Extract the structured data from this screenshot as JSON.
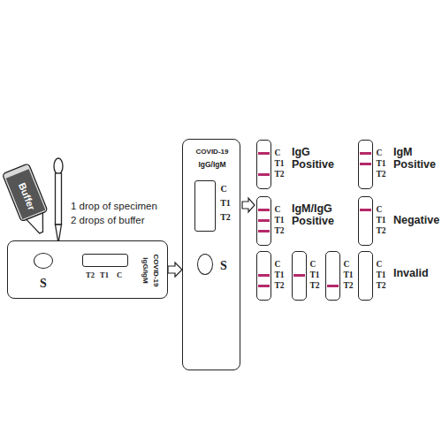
{
  "diagram": {
    "nodes": [
      {
        "text": [
          "Buffer"
        ]
      },
      {
        "text": [
          "S",
          "COVID-19",
          "IgG/IgM",
          "C",
          "T1",
          "T2"
        ]
      },
      {
        "text": [
          "COVID-19",
          "IgG/IgM",
          "C",
          "T1",
          "T2",
          "S"
        ]
      },
      {
        "text": [
          "C",
          "T1",
          "T2"
        ]
      },
      {
        "text": [
          "C",
          "T1",
          "T2"
        ]
      },
      {
        "text": [
          "C",
          "T1",
          "T2"
        ]
      },
      {
        "text": [
          "C",
          "T1",
          "T2"
        ]
      },
      {
        "text": [
          "C",
          "T1",
          "T2"
        ]
      },
      {
        "text": [
          "C",
          "T1",
          "T2"
        ]
      },
      {
        "text": [
          "C",
          "T1",
          "T2"
        ]
      },
      {
        "text": [
          "C",
          "T1",
          "T2"
        ]
      }
    ],
    "edges": [
      {
        "from": 1,
        "to": 2,
        "arrow": "to"
      }
    ],
    "labels": [
      "1 drop of specimen",
      "2 drops of buffer",
      "IgG Positive",
      "IgM Positive",
      "IgM/IgG Positive",
      "Negative",
      "Invalid"
    ]
  }
}
